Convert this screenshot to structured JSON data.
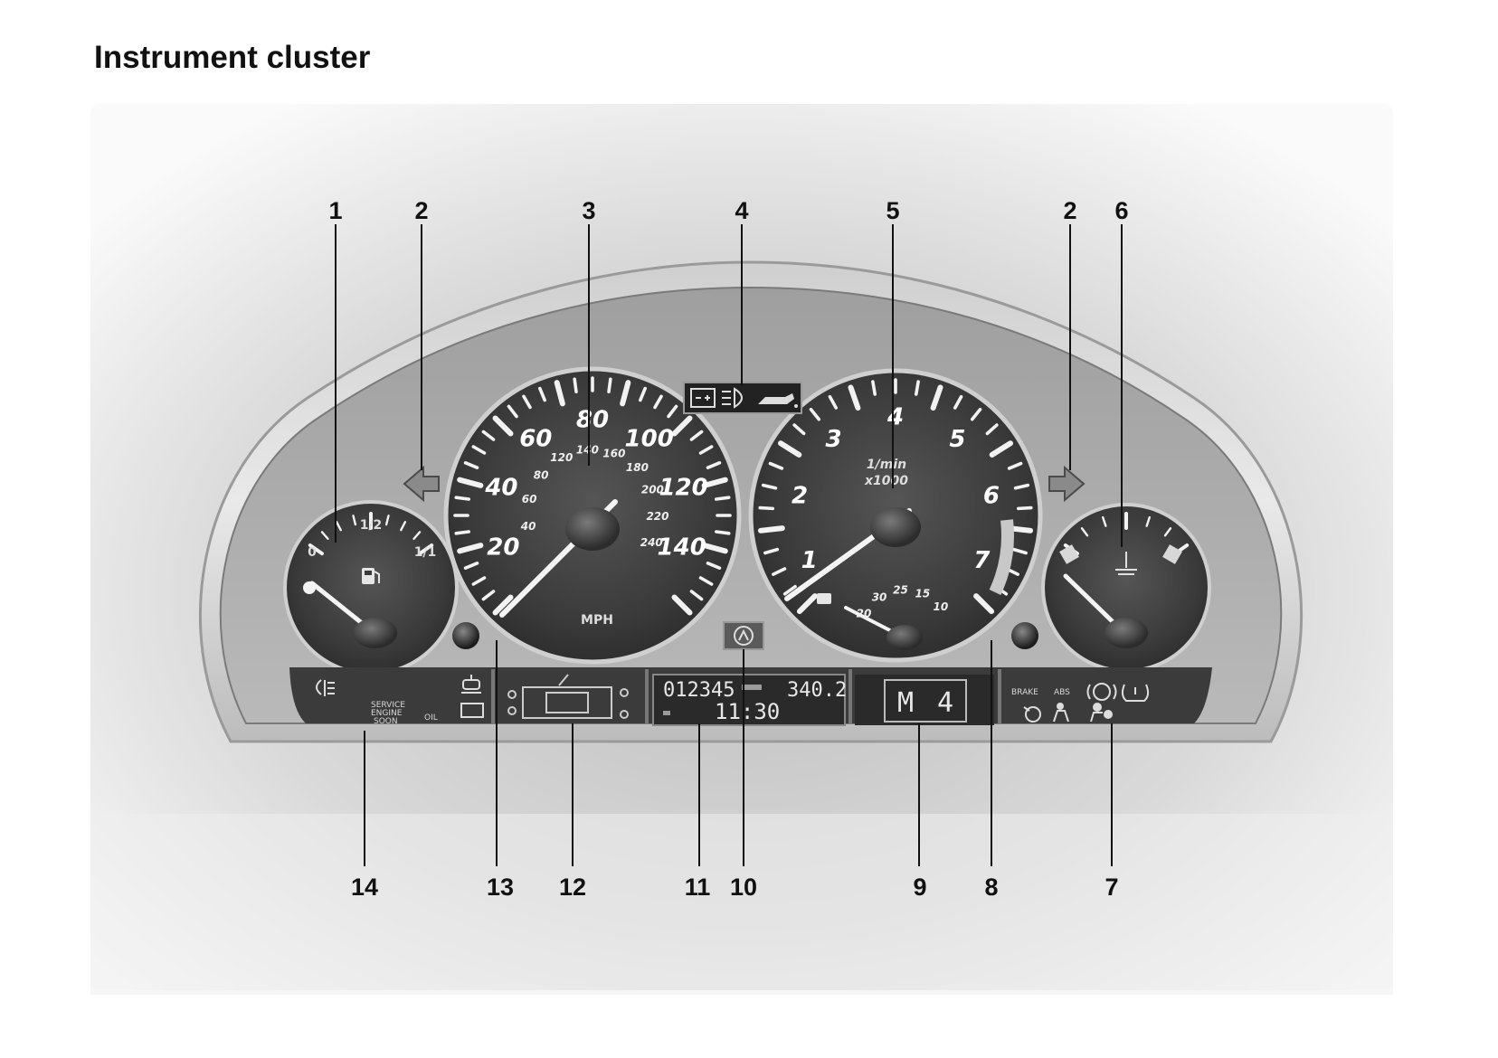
{
  "page": {
    "title": "Instrument cluster"
  },
  "callouts": [
    {
      "id": "1",
      "label": "1"
    },
    {
      "id": "2a",
      "label": "2"
    },
    {
      "id": "3",
      "label": "3"
    },
    {
      "id": "4",
      "label": "4"
    },
    {
      "id": "5",
      "label": "5"
    },
    {
      "id": "2b",
      "label": "2"
    },
    {
      "id": "6",
      "label": "6"
    },
    {
      "id": "14",
      "label": "14"
    },
    {
      "id": "13",
      "label": "13"
    },
    {
      "id": "12",
      "label": "12"
    },
    {
      "id": "11",
      "label": "11"
    },
    {
      "id": "10",
      "label": "10"
    },
    {
      "id": "9",
      "label": "9"
    },
    {
      "id": "8",
      "label": "8"
    },
    {
      "id": "7",
      "label": "7"
    }
  ],
  "speedometer": {
    "unit": "MPH",
    "numbers": [
      "20",
      "40",
      "60",
      "80",
      "100",
      "120",
      "140"
    ],
    "kmh_numbers": [
      "40",
      "60",
      "80",
      "120",
      "140",
      "160",
      "180",
      "200",
      "220",
      "240"
    ]
  },
  "tachometer": {
    "unit_line1": "1/min",
    "unit_line2": "x1000",
    "numbers": [
      "1",
      "2",
      "3",
      "4",
      "5",
      "6",
      "7"
    ],
    "economy_numbers": [
      "20",
      "30",
      "25",
      "15",
      "10"
    ]
  },
  "fuel_gauge": {
    "labels": [
      "0",
      "1/2",
      "1/1"
    ]
  },
  "odometer": {
    "total": "012345",
    "trip": "340.2",
    "clock": "11:30"
  },
  "gear_display": {
    "mode": "M",
    "gear": "4"
  },
  "service_display": {
    "line1": "SERVICE",
    "line2": "ENGINE",
    "line3": "SOON",
    "oil": "OIL"
  },
  "warning_text": {
    "brake": "BRAKE",
    "abs": "ABS"
  }
}
